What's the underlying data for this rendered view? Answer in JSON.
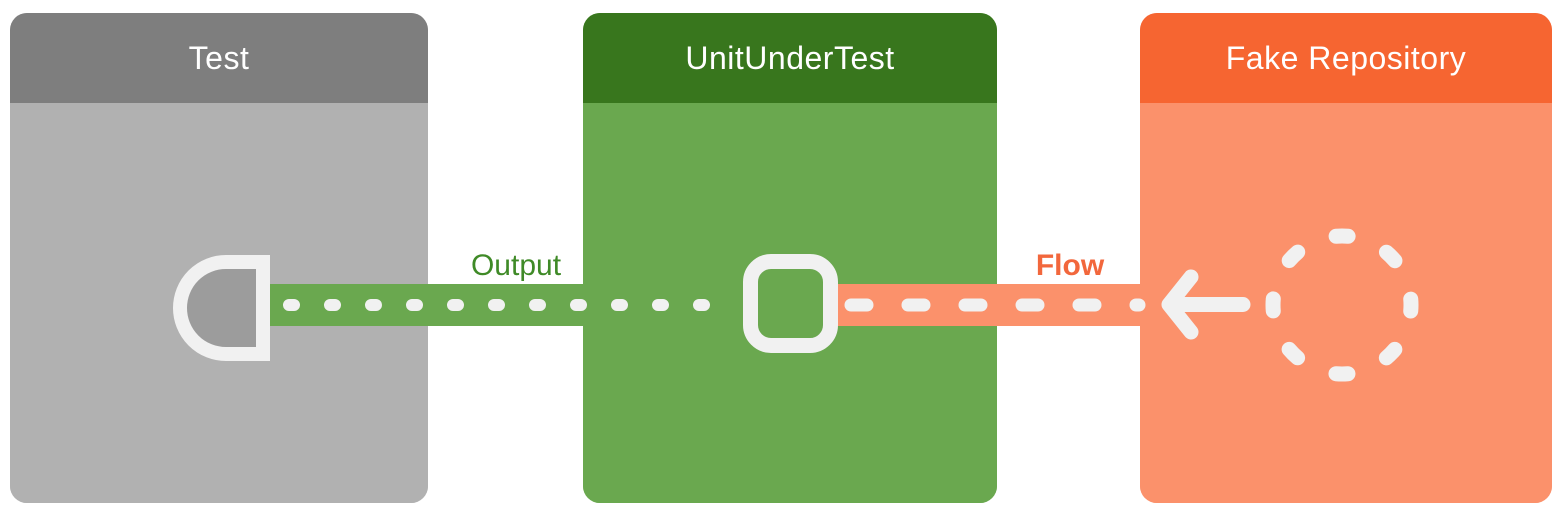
{
  "canvas": {
    "background": "#ffffff"
  },
  "theme": {
    "title_color": "#ffffff",
    "icon_color": "#f1f1f1"
  },
  "boxes": {
    "test": {
      "title": "Test",
      "header_color": "#7e7e7e",
      "body_color": "#b1b1b1"
    },
    "unit_under_test": {
      "title": "UnitUnderTest",
      "header_color": "#38761d",
      "body_color": "#6aa84f"
    },
    "fake_repository": {
      "title": "Fake Repository",
      "header_color": "#f66531",
      "body_color": "#fb916b"
    }
  },
  "connectors": {
    "output": {
      "label": "Output",
      "label_color": "#3f8a27",
      "band_color": "#6aa84f",
      "line_style": "dotted",
      "dot_color": "#f1f1f1"
    },
    "flow": {
      "label": "Flow",
      "label_color": "#f2673c",
      "band_color": "#fb916b",
      "line_style": "dashed",
      "dash_color": "#f1f1f1"
    }
  },
  "icons": {
    "test_collector": {
      "name": "d-port-icon",
      "fill": "#9c9c9c",
      "stroke": "#f1f1f1"
    },
    "unit_port": {
      "name": "rounded-square-port-icon",
      "stroke": "#f1f1f1"
    },
    "arrow": {
      "name": "arrow-left-icon",
      "stroke": "#f1f1f1"
    },
    "flow_circle": {
      "name": "dashed-circle-icon",
      "stroke": "#f1f1f1"
    }
  }
}
